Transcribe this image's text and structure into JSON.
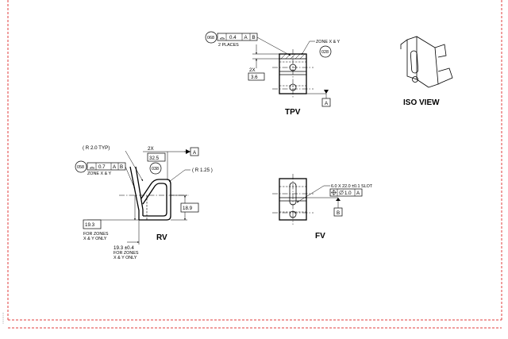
{
  "views": {
    "tpv": {
      "label": "TPV"
    },
    "rv": {
      "label": "RV"
    },
    "fv": {
      "label": "FV"
    },
    "iso": {
      "label": "ISO VIEW"
    }
  },
  "tpv": {
    "balloon_ref": "068",
    "fcf_tolerance": "0.4",
    "fcf_datum_1": "A",
    "fcf_datum_2": "B",
    "places_note": "2 PLACES",
    "dim_qty": "2X",
    "dim_value": "3.6",
    "zone_note": "ZONE X & Y",
    "balloon_zone": "028",
    "datum": "A"
  },
  "rv": {
    "radius_typ": "( R 2.0  TYP)",
    "dim_qty": "2X",
    "dim_width": "32.5",
    "datum": "A",
    "balloon_left": "058",
    "fcf_tolerance": "0.7",
    "fcf_datum_1": "A",
    "fcf_datum_2": "B",
    "zone_note": "ZONE X & Y",
    "balloon_center": "038",
    "radius_right": "( R 1.25 )",
    "dim_right": "18.9",
    "dim_left": "19.3",
    "left_note": [
      "FOR ZONES",
      "X & Y ONLY"
    ],
    "dim_bottom": "19.3 ±0.4",
    "bottom_note": [
      "FOR ZONES",
      "X & Y ONLY"
    ]
  },
  "fv": {
    "slot_note": "6.0 X 22.0 ±0.1 SLOT",
    "fcf_tolerance": "1.0",
    "fcf_datum": "A",
    "datum": "B"
  }
}
